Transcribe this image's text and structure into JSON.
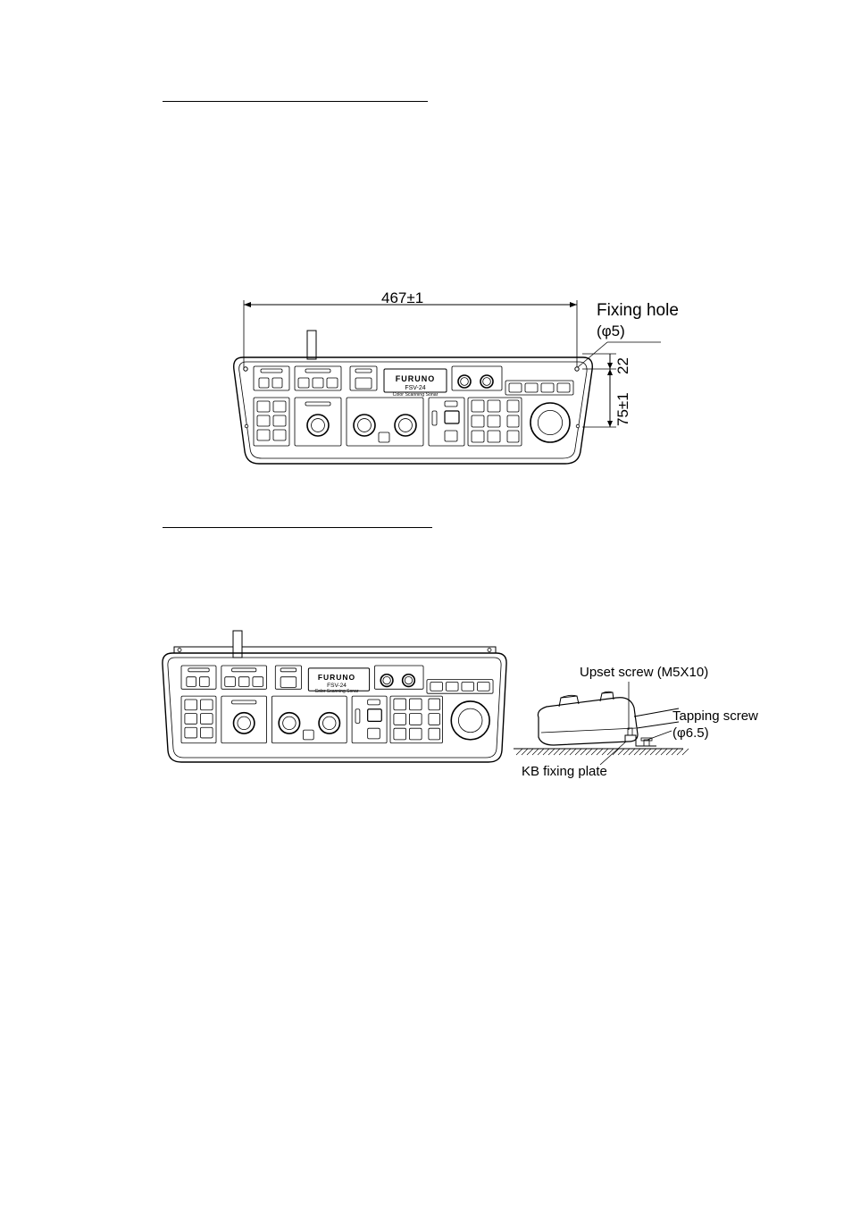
{
  "figure1": {
    "dimension_width": "467±1",
    "fixing_hole_label": "Fixing hole",
    "fixing_hole_size": "(φ5)",
    "dimension_top": "22",
    "dimension_height": "75±1"
  },
  "keyboard": {
    "brand": "FURUNO",
    "model": "FSV-24",
    "subtitle": "Color Scanning Sonar"
  },
  "figure2": {
    "upset_screw_label": "Upset screw (M5X10)",
    "tapping_screw_label": "Tapping screw",
    "tapping_screw_size": "(φ6.5)",
    "fixing_plate_label": "KB fixing plate"
  }
}
